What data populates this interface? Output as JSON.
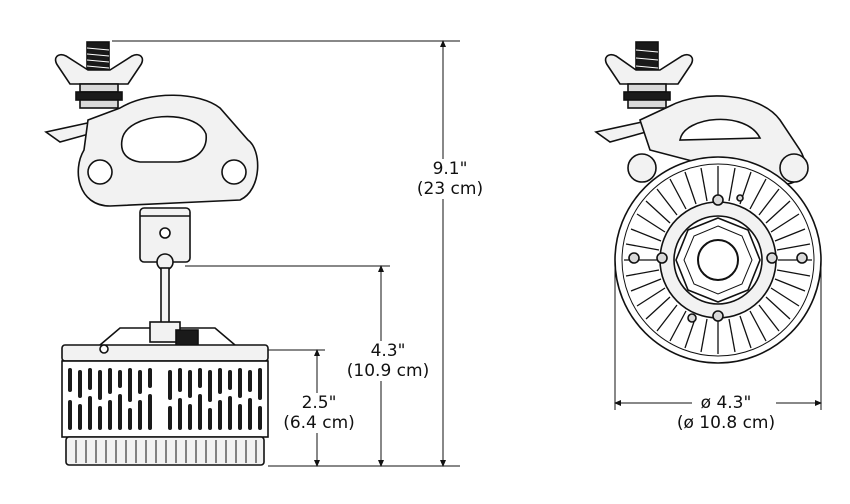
{
  "dimensions": {
    "total_height": {
      "imperial": "9.1\"",
      "metric": "(23 cm)"
    },
    "body_with_stem": {
      "imperial": "4.3\"",
      "metric": "(10.9 cm)"
    },
    "body_height": {
      "imperial": "2.5\"",
      "metric": "(6.4 cm)"
    },
    "diameter": {
      "imperial": "ø 4.3\"",
      "metric": "(ø 10.8 cm)"
    }
  },
  "colors": {
    "line": "#111111",
    "fill_light": "#f2f2f2",
    "fill_mid": "#d9d9d9",
    "fill_dark": "#1a1a1a"
  }
}
